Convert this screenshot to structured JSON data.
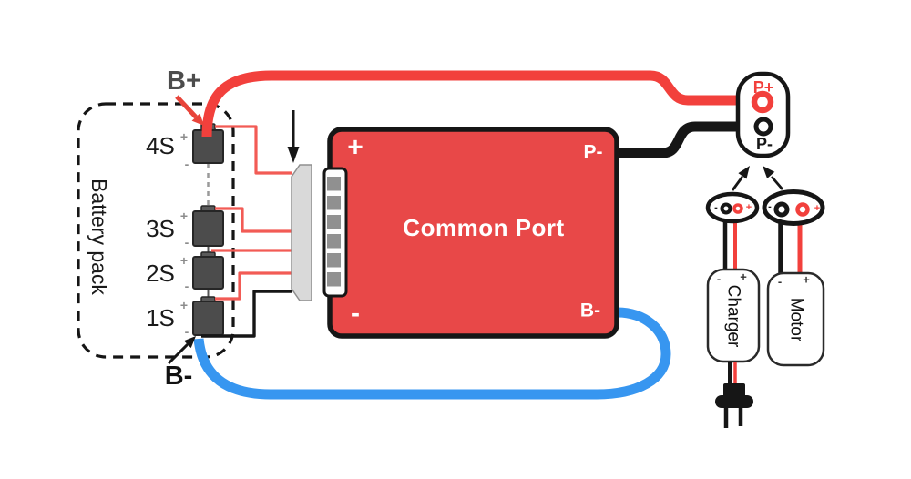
{
  "signs": {
    "plus": "+",
    "minus": "-"
  },
  "battery": {
    "label": "Battery pack",
    "b_plus": "B+",
    "b_minus": "B-",
    "cells": [
      {
        "name": "4S"
      },
      {
        "name": "3S"
      },
      {
        "name": "2S"
      },
      {
        "name": "1S"
      }
    ]
  },
  "board": {
    "title": "Common Port",
    "plus": "+",
    "minus": "-",
    "p_minus": "P-",
    "b_minus": "B-"
  },
  "output": {
    "p_plus": "P+",
    "p_minus": "P-"
  },
  "charger": {
    "label": "Charger"
  },
  "motor": {
    "label": "Motor"
  },
  "colors": {
    "wire_red": "#f2403c",
    "balance_red": "#f25b55",
    "wire_black": "#161616",
    "wire_blue": "#3796f0",
    "board_red": "#e84848",
    "board_text": "#ffffff",
    "cell_gray": "#4c4c4c",
    "connector_gray": "#d9d9d9",
    "text_dark": "#1a1a1a",
    "b_plus_gray": "#4c4c4c"
  }
}
